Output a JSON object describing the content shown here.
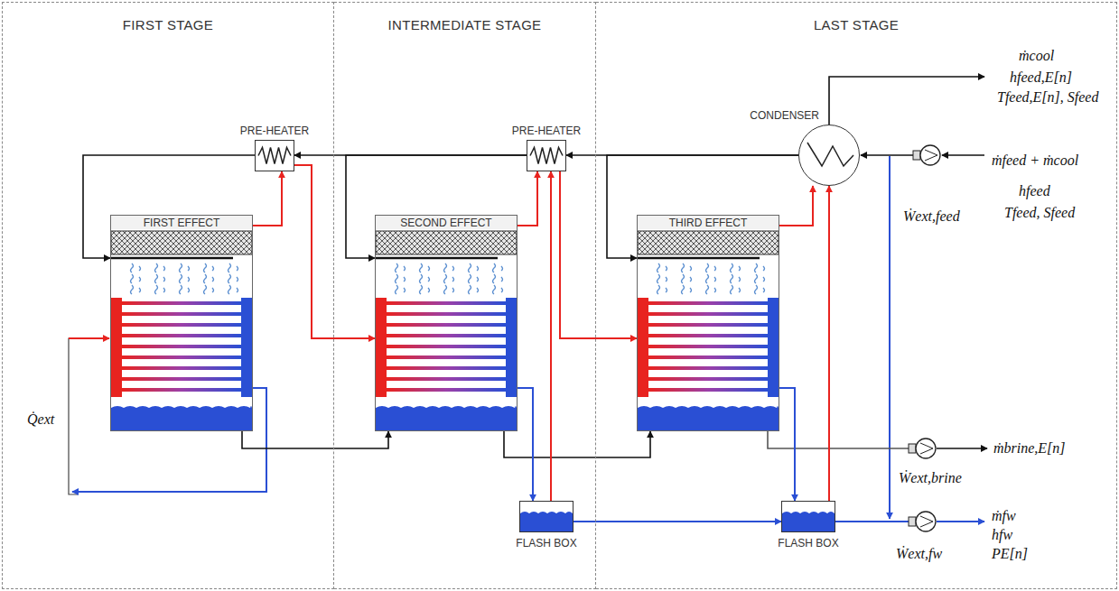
{
  "diagram": {
    "nodes": [
      {
        "text": [
          "FIRST STAGE"
        ]
      },
      {
        "text": [
          "INTERMEDIATE STAGE"
        ]
      },
      {
        "text": [
          "LAST STAGE"
        ]
      },
      {
        "text": [
          "PRE-HEATER"
        ],
        "in": 0
      },
      {
        "text": [
          "FIRST EFFECT"
        ],
        "in": 0
      },
      {
        "text": [
          "PRE-HEATER"
        ],
        "in": 1
      },
      {
        "text": [
          "SECOND EFFECT"
        ],
        "in": 1
      },
      {
        "text": [
          "FLASH BOX"
        ],
        "in": 1
      },
      {
        "text": [
          "CONDENSER"
        ],
        "in": 2
      },
      {
        "text": [
          "THIRD EFFECT"
        ],
        "in": 2
      },
      {
        "text": [
          "FLASH BOX"
        ],
        "in": 2
      }
    ],
    "edges": [
      {
        "from": 8,
        "to": 5,
        "arrow": "to"
      },
      {
        "from": 5,
        "to": 3,
        "arrow": "to"
      },
      {
        "from": 3,
        "to": 4,
        "arrow": "to"
      },
      {
        "from": 5,
        "to": 6,
        "arrow": "to"
      },
      {
        "from": 8,
        "to": 9,
        "arrow": "to"
      },
      {
        "from": 4,
        "to": 3,
        "arrow": "to"
      },
      {
        "from": 3,
        "to": 6,
        "arrow": "to"
      },
      {
        "from": 6,
        "to": 5,
        "arrow": "to"
      },
      {
        "from": 5,
        "to": 9,
        "arrow": "to"
      },
      {
        "from": 9,
        "to": 8,
        "arrow": "to"
      },
      {
        "from": 4,
        "to": 6,
        "arrow": "to"
      },
      {
        "from": 6,
        "to": 9,
        "arrow": "to"
      },
      {
        "from": 6,
        "to": 7,
        "arrow": "to"
      },
      {
        "from": 7,
        "to": 5,
        "arrow": "to"
      },
      {
        "from": 7,
        "to": 10,
        "arrow": "to"
      },
      {
        "from": 9,
        "to": 10,
        "arrow": "to"
      },
      {
        "from": 10,
        "to": 8,
        "arrow": "to"
      }
    ],
    "labels": [
      "ṁcool",
      "hfeed,E[n]",
      "Tfeed,E[n], Sfeed",
      "ṁfeed + ṁcool",
      "hfeed",
      "Tfeed, Sfeed",
      "Ẇext,feed",
      "ṁbrine,E[n]",
      "Ẇext,brine",
      "ṁfw",
      "hfw",
      "PE[n]",
      "Ẇext,fw",
      "Q̇ext"
    ]
  }
}
